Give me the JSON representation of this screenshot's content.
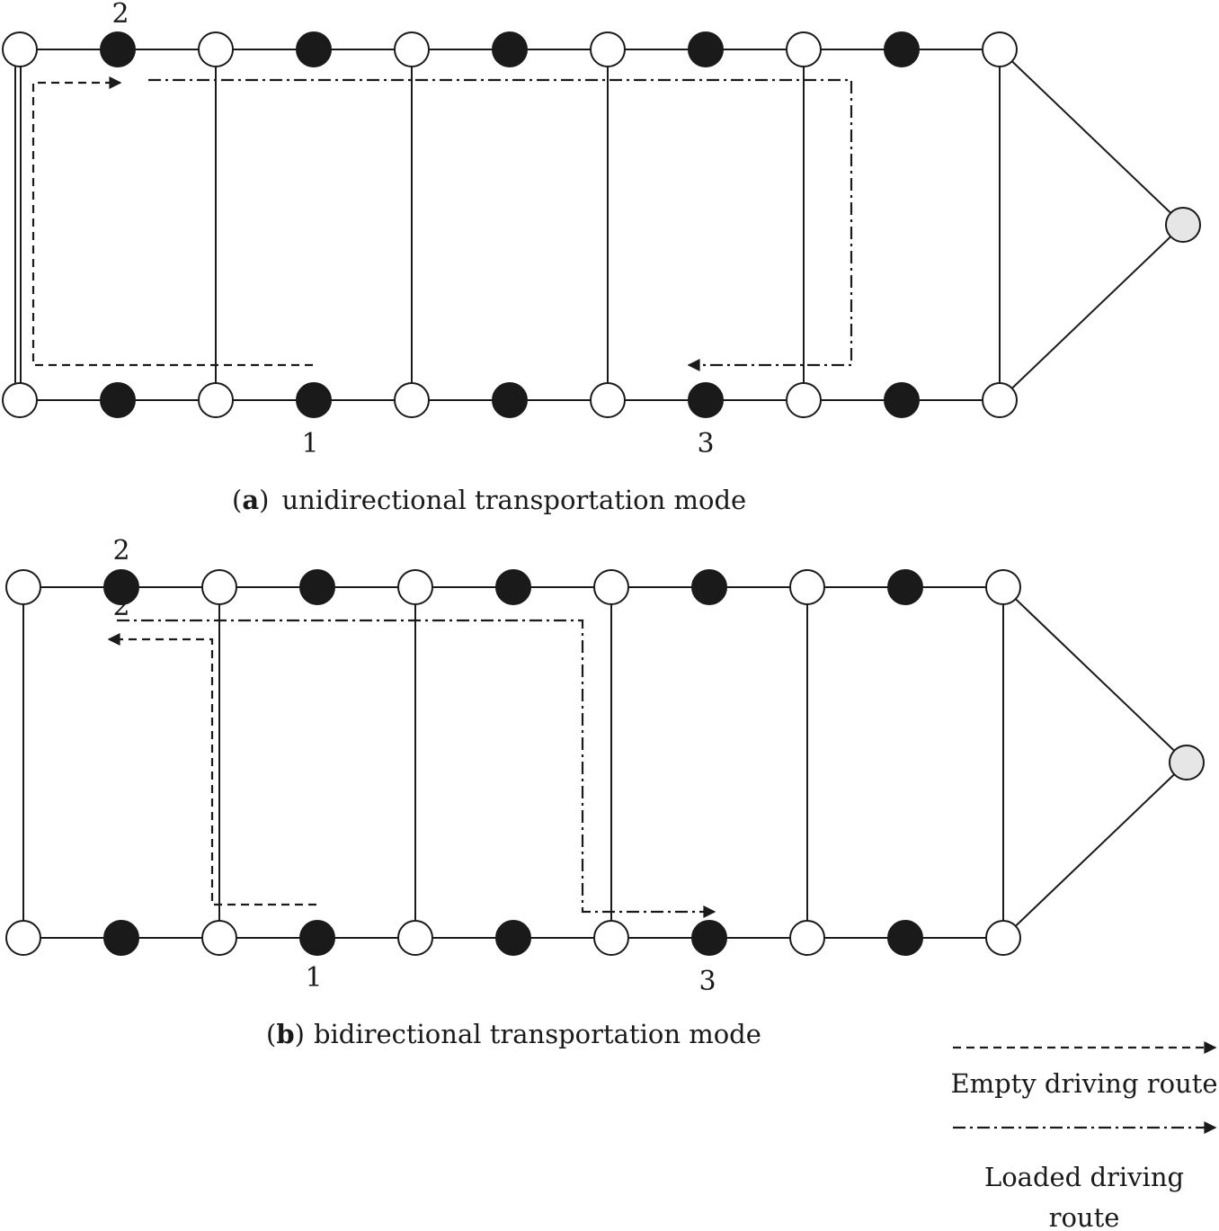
{
  "colors": {
    "line": "#1a1a1a",
    "node_empty": "#ffffff",
    "node_filled": "#1a1a1a",
    "node_depot": "#e6e6e6"
  },
  "panel_a": {
    "caption_letter": "a",
    "caption_text": "unidirectional transportation mode",
    "labels": {
      "label_1": "1",
      "label_2": "2",
      "label_3": "3"
    }
  },
  "panel_b": {
    "caption_letter": "b",
    "caption_text": "bidirectional transportation mode",
    "labels": {
      "label_1": "1",
      "label_2": "2",
      "label_2_ghost": "2",
      "label_3": "3"
    }
  },
  "legend": {
    "empty_route": "Empty driving route",
    "loaded_route_line1": "Loaded driving",
    "loaded_route_line2": "route"
  }
}
